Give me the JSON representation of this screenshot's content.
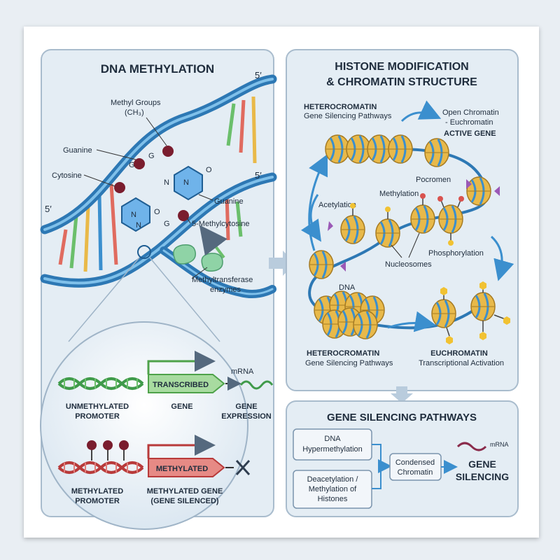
{
  "dna_panel": {
    "title": "DNA METHYLATION",
    "strand_end_top": "5′",
    "strand_end_mid": "5′",
    "strand_end_left": "5′",
    "methyl_groups": "Methyl Groups",
    "ch3": "(CH₃)",
    "guanine_left": "Guanine",
    "guanine_right": "Guanine",
    "cytosine": "Cytosine",
    "five_methylcytosine": "5-Methylcytosine",
    "methyltransferase_1": "Methyltransferase",
    "methyltransferase_2": "enzymes",
    "base_g": "G",
    "base_n": "N",
    "base_o": "O",
    "unmethylated_promoter_1": "UNMETHYLATED",
    "unmethylated_promoter_2": "PROMOTER",
    "transcribed": "TRANSCRIBED",
    "gene": "GENE",
    "mrna": "mRNA",
    "gene_expression_1": "GENE",
    "gene_expression_2": "EXPRESSION",
    "methylated_label": "METHYLATED",
    "methylated_promoter_1": "METHYLATED",
    "methylated_promoter_2": "PROMOTER",
    "methylated_gene_1": "METHYLATED GENE",
    "methylated_gene_2": "(GENE SILENCED)"
  },
  "histone_panel": {
    "title_1": "HISTONE MODIFICATION",
    "title_2": "& CHROMATIN STRUCTURE",
    "heterochromatin_top": "HETEROCROMATIN",
    "gene_silencing_top": "Gene Silencing Pathways",
    "open_chromatin": "Open Chromatin",
    "euchromatin_top": "- Euchromatin",
    "active_gene": "ACTIVE GENE",
    "pocromen": "Pocromen",
    "methylation": "Methylation",
    "acetylation": "Acetylation",
    "phosphorylation": "Phosphorylation",
    "nucleosomes": "Nucleosomes",
    "dna": "DNA",
    "heterochromatin_bottom": "HETEROCROMATIN",
    "gene_silencing_bottom": "Gene Silencing Pathways",
    "euchromatin_bottom": "EUCHROMATIN",
    "transcriptional_activation": "Transcriptional Activation"
  },
  "pathways_panel": {
    "title": "GENE SILENCING PATHWAYS",
    "dna_hyper_1": "DNA",
    "dna_hyper_2": "Hypermethylation",
    "deacetyl_1": "Deacetylation /",
    "deacetyl_2": "Methylation of",
    "deacetyl_3": "Histones",
    "condensed_1": "Condensed",
    "condensed_2": "Chromatin",
    "mrna": "mRNA",
    "gene_silencing_1": "GENE",
    "gene_silencing_2": "SILENCING"
  },
  "colors": {
    "helix": "#3b8fce",
    "panel_bg": "#e4edf4",
    "methyl_ball": "#7a1d2e",
    "gene_green": "#7fc97a",
    "gene_red": "#d9605d",
    "nucleosome": "#e8b94a"
  }
}
